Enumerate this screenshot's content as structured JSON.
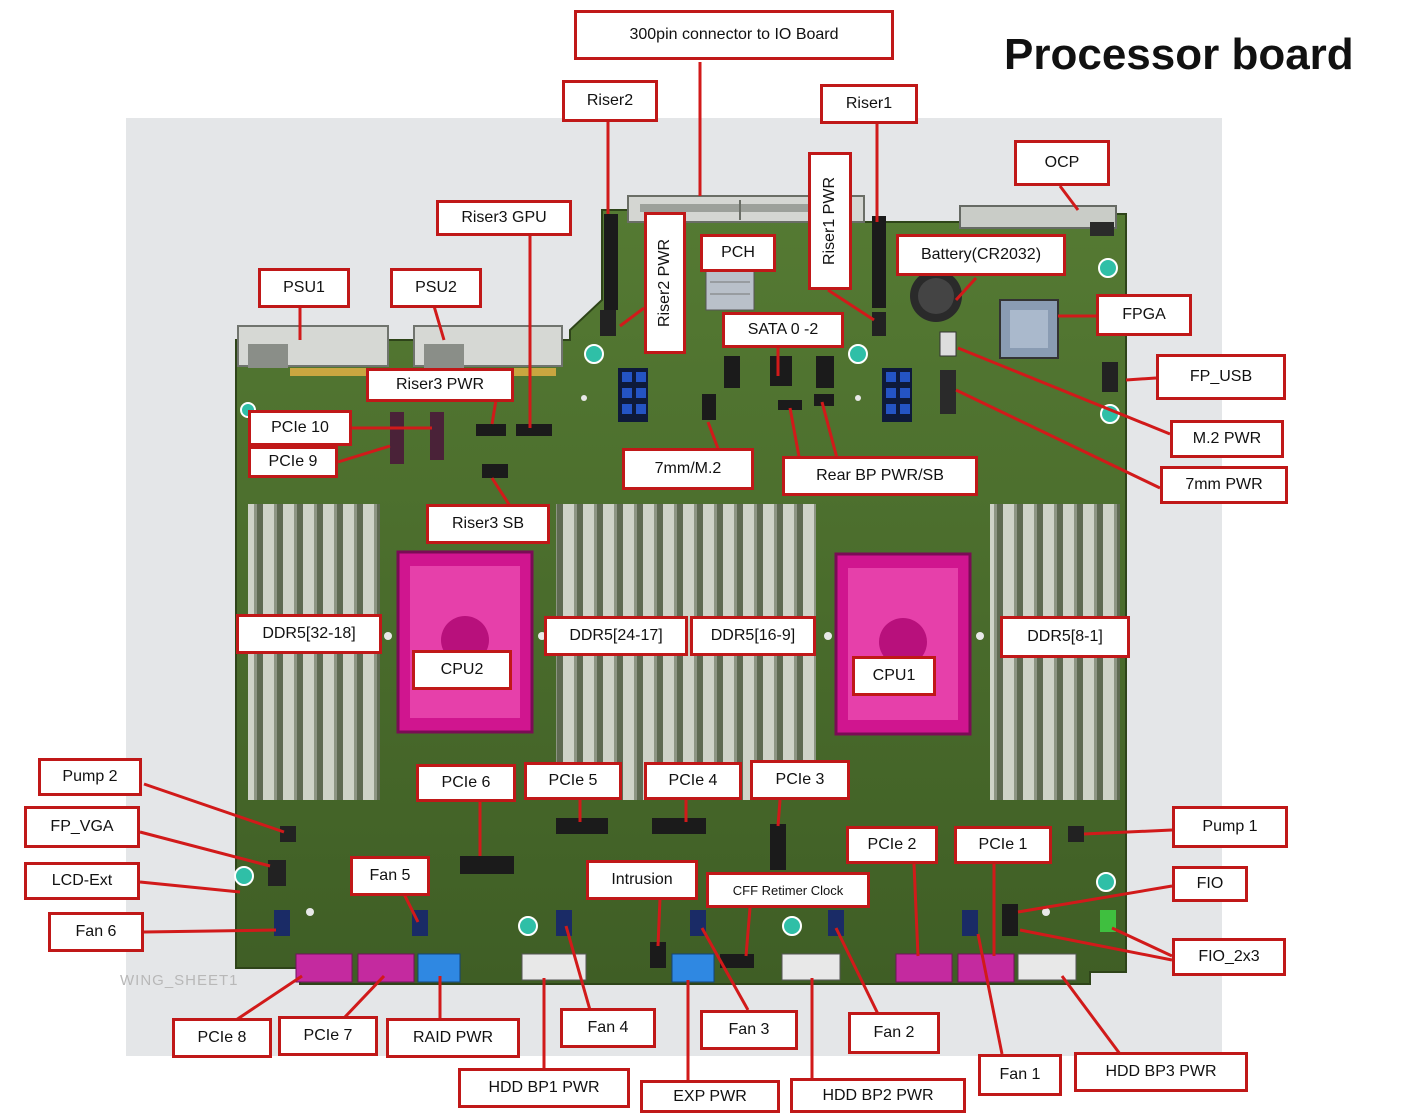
{
  "title": "Processor board",
  "watermark": "WING_SHEET1",
  "colors": {
    "callout_border": "#c01818",
    "leader": "#d11a1a",
    "board": "#4a6b2c",
    "cpu_socket": "#d0158f"
  },
  "callouts": {
    "io_connector": "300pin connector to IO Board",
    "riser2": "Riser2",
    "riser1": "Riser1",
    "ocp": "OCP",
    "riser3_gpu": "Riser3 GPU",
    "riser2_pwr": "Riser2 PWR",
    "pch": "PCH",
    "riser1_pwr": "Riser1 PWR",
    "battery": "Battery(CR2032)",
    "psu1": "PSU1",
    "psu2": "PSU2",
    "fpga": "FPGA",
    "sata": "SATA 0 -2",
    "fp_usb": "FP_USB",
    "riser3_pwr": "Riser3 PWR",
    "pcie10": "PCIe 10",
    "pcie9": "PCIe 9",
    "m2_pwr": "M.2 PWR",
    "mm7_m2": "7mm/M.2",
    "rear_bp": "Rear BP PWR/SB",
    "mm7_pwr": "7mm PWR",
    "riser3_sb": "Riser3 SB",
    "ddr5_32_18": "DDR5[32-18]",
    "ddr5_24_17": "DDR5[24-17]",
    "ddr5_16_9": "DDR5[16-9]",
    "ddr5_8_1": "DDR5[8-1]",
    "cpu2": "CPU2",
    "cpu1": "CPU1",
    "pump2": "Pump 2",
    "pcie6": "PCIe 6",
    "pcie5": "PCIe 5",
    "pcie4": "PCIe 4",
    "pcie3": "PCIe 3",
    "fp_vga": "FP_VGA",
    "pump1": "Pump 1",
    "pcie2": "PCIe 2",
    "pcie1": "PCIe 1",
    "lcd_ext": "LCD-Ext",
    "fan5": "Fan 5",
    "intrusion": "Intrusion",
    "cff": "CFF Retimer Clock",
    "fio": "FIO",
    "fan6": "Fan 6",
    "fio_2x3": "FIO_2x3",
    "pcie8": "PCIe 8",
    "pcie7": "PCIe 7",
    "raid_pwr": "RAID PWR",
    "fan4": "Fan 4",
    "fan3": "Fan 3",
    "fan2": "Fan 2",
    "fan1": "Fan 1",
    "hdd_bp3": "HDD BP3 PWR",
    "hdd_bp1": "HDD BP1 PWR",
    "exp_pwr": "EXP PWR",
    "hdd_bp2": "HDD BP2 PWR"
  }
}
